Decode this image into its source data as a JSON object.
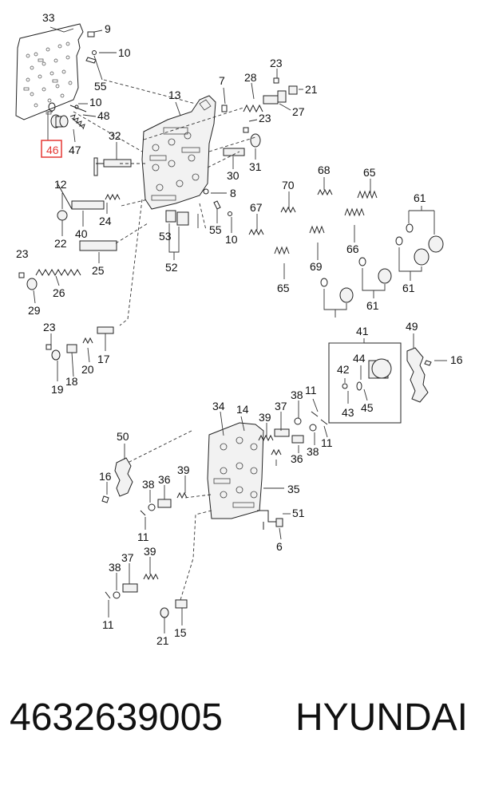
{
  "diagram": {
    "labels": [
      "33",
      "9",
      "10",
      "55",
      "10",
      "48",
      "46",
      "47",
      "13",
      "7",
      "28",
      "23",
      "21",
      "27",
      "23",
      "32",
      "31",
      "30",
      "8",
      "12",
      "24",
      "22",
      "40",
      "55",
      "10",
      "53",
      "52",
      "23",
      "26",
      "25",
      "29",
      "68",
      "65",
      "70",
      "67",
      "66",
      "61",
      "69",
      "65",
      "61",
      "61",
      "23",
      "19",
      "18",
      "20",
      "17",
      "41",
      "49",
      "44",
      "42",
      "43",
      "45",
      "16",
      "50",
      "34",
      "14",
      "37",
      "38",
      "11",
      "39",
      "36",
      "11",
      "38",
      "35",
      "16",
      "38",
      "36",
      "39",
      "51",
      "6",
      "11",
      "38",
      "37",
      "39",
      "11",
      "21",
      "15"
    ],
    "highlighted_label": "46",
    "highlight_color": "#e53935"
  },
  "footer": {
    "part_number": "4632639005",
    "brand": "HYUNDAI"
  }
}
